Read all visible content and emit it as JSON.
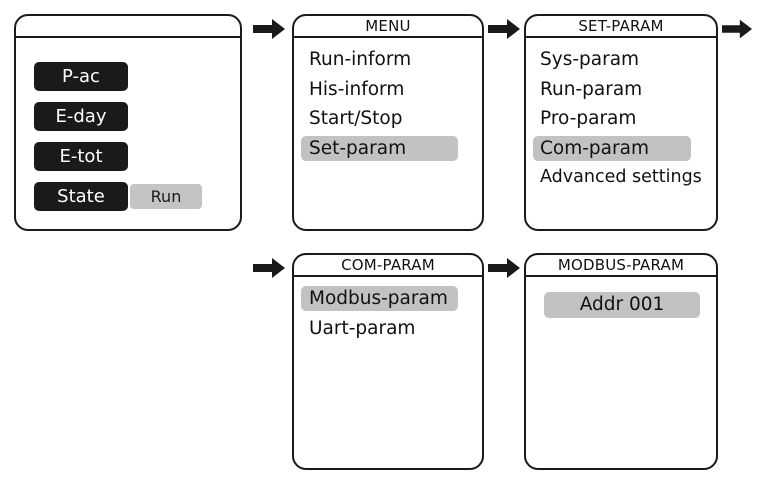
{
  "home_screen": {
    "labels": [
      "P-ac",
      "E-day",
      "E-tot",
      "State"
    ],
    "state_value": "Run"
  },
  "menu_screen": {
    "title": "MENU",
    "items": [
      "Run-inform",
      "His-inform",
      "Start/Stop",
      "Set-param"
    ],
    "selected": "Set-param"
  },
  "set_param_screen": {
    "title": "SET-PARAM",
    "items": [
      "Sys-param",
      "Run-param",
      "Pro-param",
      "Com-param",
      "Advanced settings"
    ],
    "selected": "Com-param"
  },
  "com_param_screen": {
    "title": "COM-PARAM",
    "items": [
      "Modbus-param",
      "Uart-param"
    ],
    "selected": "Modbus-param"
  },
  "modbus_param_screen": {
    "title": "MODBUS-PARAM",
    "address_value": "Addr 001"
  },
  "colors": {
    "outline": "#1a1a1a",
    "highlight": "#c2c2c2",
    "label_background": "#1a1a1a",
    "label_text": "#ffffff"
  },
  "icons": {
    "flow_arrow": "right-arrow-icon"
  }
}
